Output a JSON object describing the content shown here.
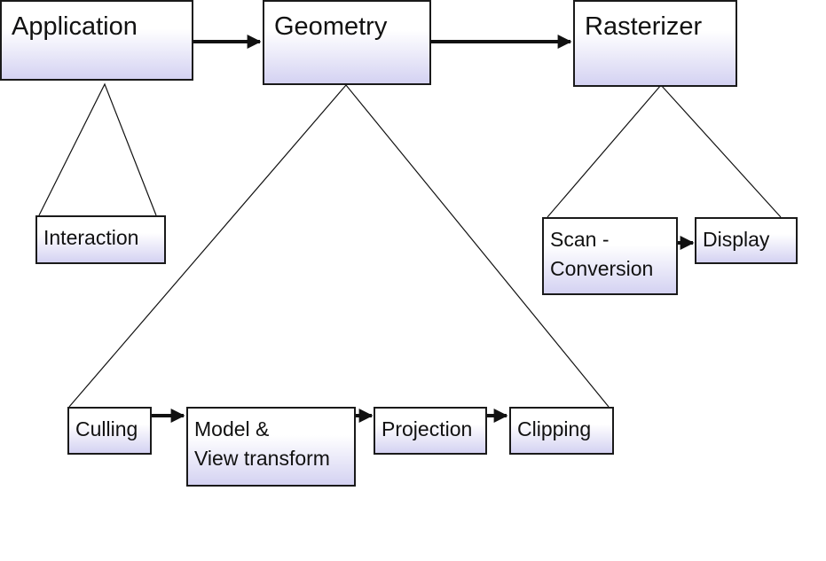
{
  "stages": {
    "application": "Application",
    "geometry": "Geometry",
    "rasterizer": "Rasterizer"
  },
  "substages": {
    "interaction": "Interaction",
    "culling": "Culling",
    "model_view": "Model &\nView transform",
    "projection": "Projection",
    "clipping": "Clipping",
    "scan_conversion": "Scan -\nConversion",
    "display": "Display"
  },
  "colors": {
    "box_fill_bottom": "#d4d2f2",
    "stroke": "#1a1a1a"
  }
}
